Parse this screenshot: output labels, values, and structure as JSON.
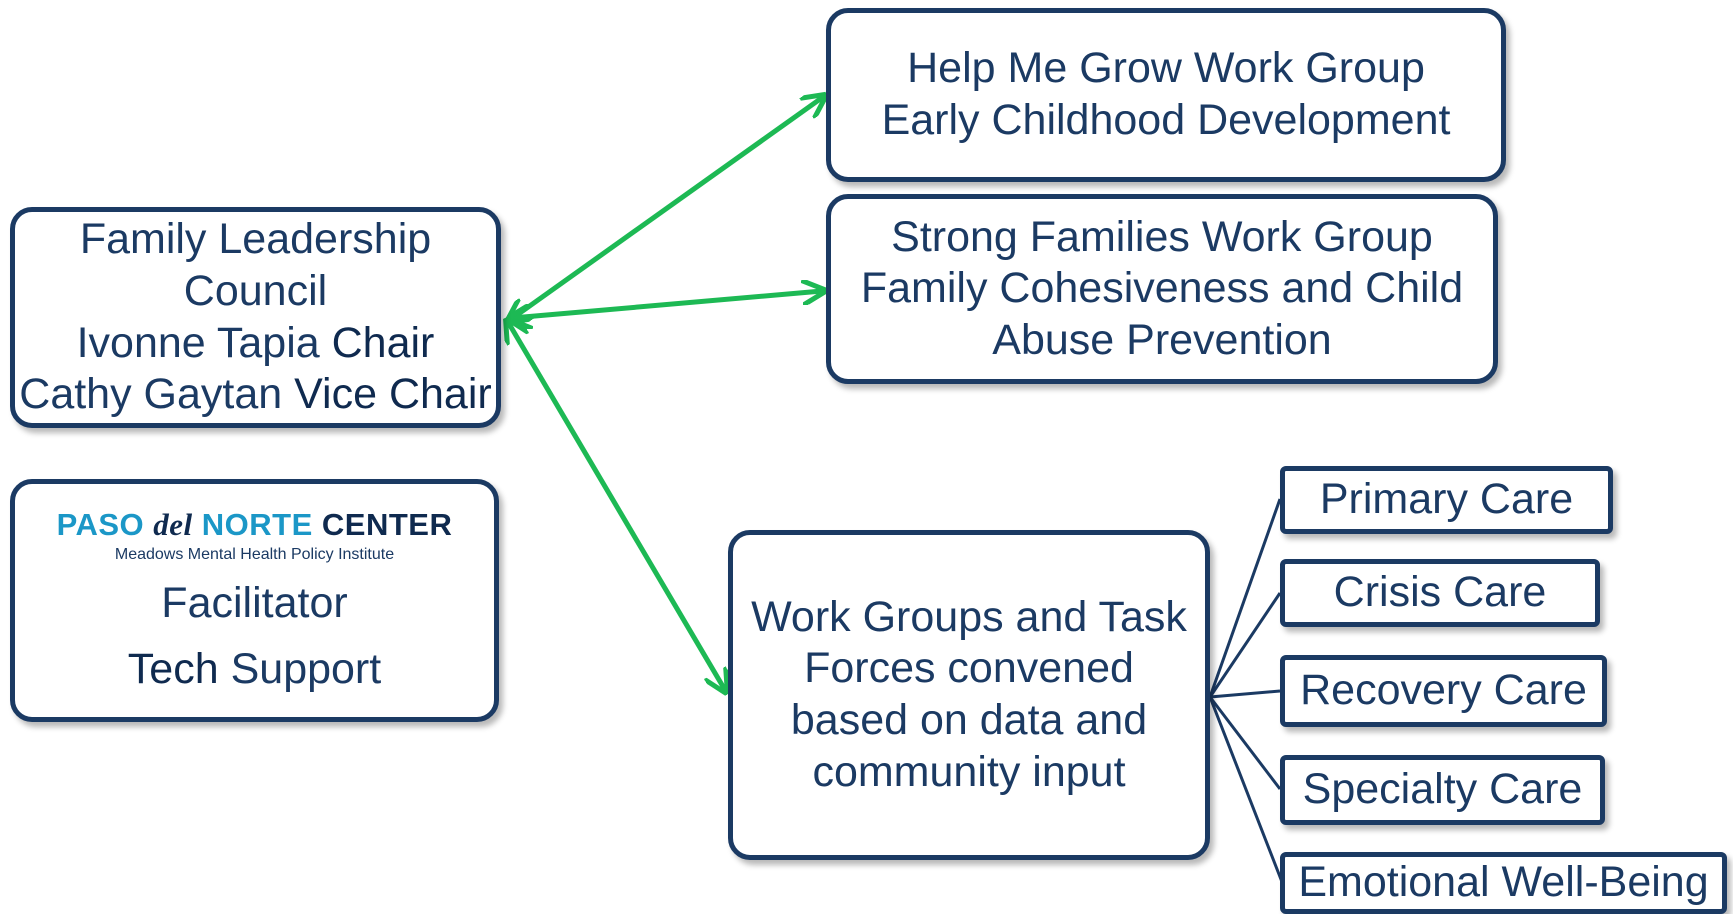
{
  "council": {
    "title": "Family Leadership Council",
    "chair_name": "Ivonne Tapia",
    "chair_role": "Chair",
    "vice_name": "Cathy Gaytan",
    "vice_role": "Vice Chair"
  },
  "facilitator": {
    "logo_paso": "PASO",
    "logo_del": "del",
    "logo_norte": "NORTE",
    "logo_center": "CENTER",
    "logo_sub": "Meadows Mental Health Policy Institute",
    "role": "Facilitator",
    "tech_bold": "Tech",
    "tech_rest": "Support"
  },
  "help_me_grow": {
    "line1": "Help Me Grow Work Group",
    "line2": "Early Childhood Development"
  },
  "strong_families": {
    "line1": "Strong Families Work Group",
    "line2": "Family Cohesiveness and Child",
    "line3": "Abuse Prevention"
  },
  "work_groups": {
    "line1": "Work Groups and Task",
    "line2": "Forces convened",
    "line3": "based on data and",
    "line4": "community input"
  },
  "care_items": [
    "Primary Care",
    "Crisis Care",
    "Recovery Care",
    "Specialty Care",
    "Emotional Well-Being"
  ],
  "colors": {
    "navy": "#1b3a63",
    "arrow_green": "#1db954",
    "logo_blue": "#1b97c7"
  }
}
